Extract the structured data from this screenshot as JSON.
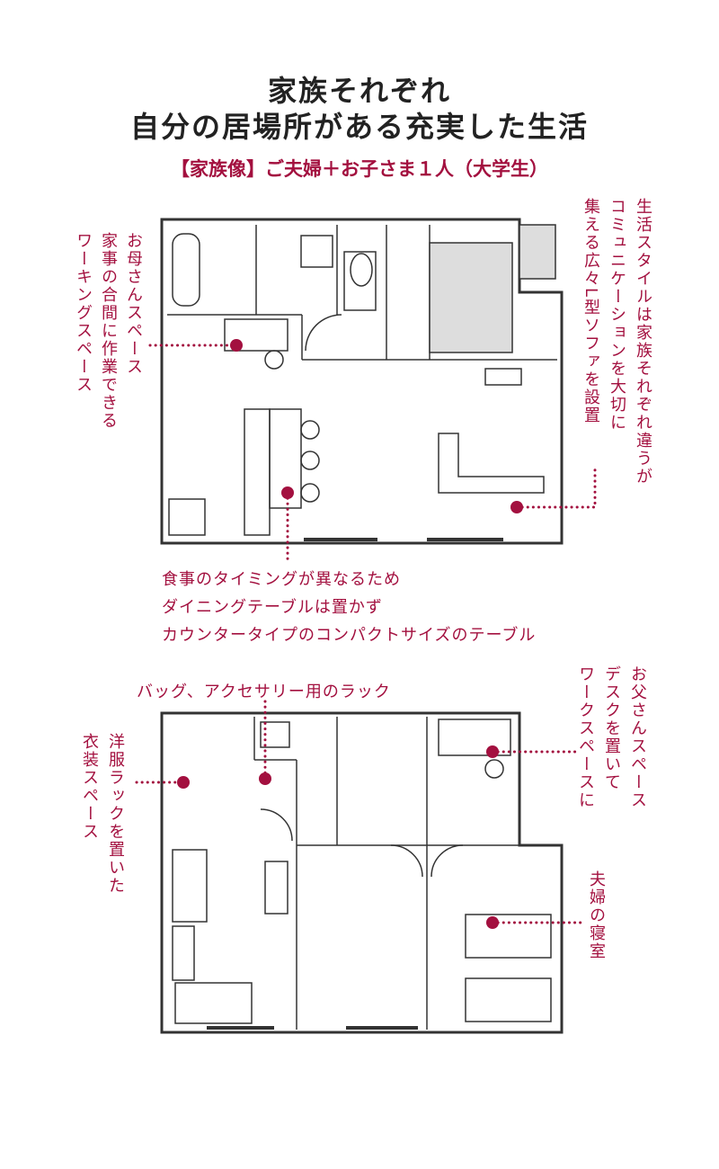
{
  "title": {
    "line1": "家族それぞれ",
    "line2": "自分の居場所がある充実した生活"
  },
  "subtitle": "【家族像】ご夫婦＋お子さま１人（大学生）",
  "accent_color": "#a3103f",
  "floor1": {
    "mother_space": [
      "お母さんスペース",
      "家事の合間に作業できる",
      "ワーキングスペース"
    ],
    "sofa": [
      "生活スタイルは家族それぞれ違うが",
      "コミュニケーションを大切に",
      "集える広々L型ソファを設置"
    ],
    "counter": [
      "食事のタイミングが異なるため",
      "ダイニングテーブルは置かず",
      "カウンタータイプのコンパクトサイズのテーブル"
    ]
  },
  "floor2": {
    "rack": "バッグ、アクセサリー用のラック",
    "closet": [
      "洋服ラックを置いた",
      "衣装スペース"
    ],
    "father_space": [
      "お父さんスペース",
      "デスクを置いて",
      "ワークスペースに"
    ],
    "bedroom": "夫婦の寝室"
  }
}
